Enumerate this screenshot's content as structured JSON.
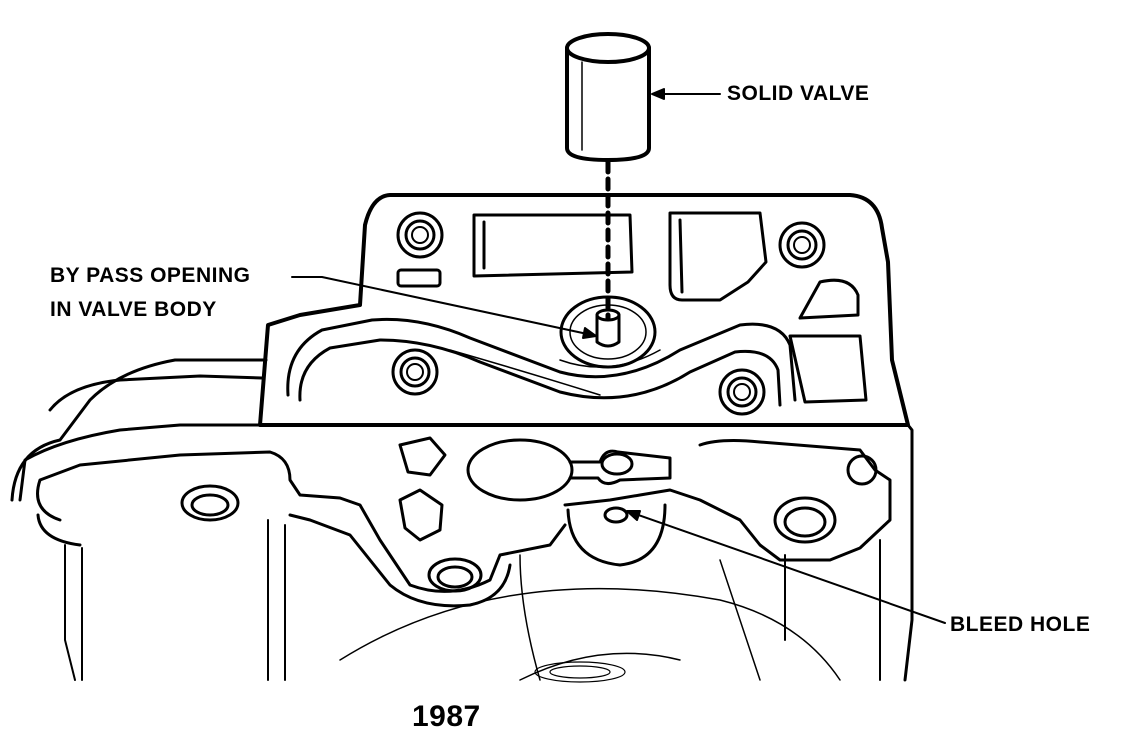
{
  "labels": {
    "solid_valve": "SOLID VALVE",
    "bypass_line1": "BY PASS OPENING",
    "bypass_line2": "IN VALVE BODY",
    "bleed_hole": "BLEED HOLE"
  },
  "year": "1987",
  "colors": {
    "ink": "#000000",
    "paper": "#ffffff"
  }
}
